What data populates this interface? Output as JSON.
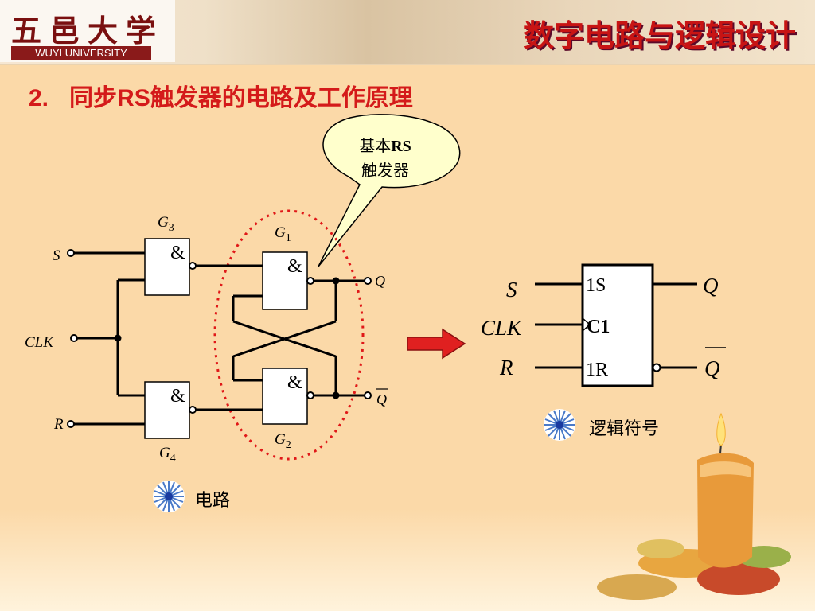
{
  "header": {
    "logo_cn": "五邑大学",
    "logo_en": "WUYI UNIVERSITY",
    "course_title": "数字电路与逻辑设计"
  },
  "slide": {
    "section_number": "2.",
    "title": "同步RS触发器的电路及工作原理"
  },
  "callout": {
    "line1_prefix": "基本",
    "line1_bold": "RS",
    "line2": "触发器"
  },
  "circuit": {
    "gate_symbol": "&",
    "gates": {
      "g3": {
        "G": "G",
        "sub": "3"
      },
      "g1": {
        "G": "G",
        "sub": "1"
      },
      "g2": {
        "G": "G",
        "sub": "2"
      },
      "g4": {
        "G": "G",
        "sub": "4"
      }
    },
    "inputs": {
      "s": "S",
      "clk": "CLK",
      "r": "R"
    },
    "outputs": {
      "q": "Q",
      "qbar": "Q"
    },
    "caption": "电路"
  },
  "logic_symbol": {
    "inputs": {
      "s": "S",
      "clk": "CLK",
      "r": "R"
    },
    "pins": {
      "s1": "1S",
      "c1": "C1",
      "r1": "1R"
    },
    "outputs": {
      "q": "Q",
      "qbar": "Q"
    },
    "caption": "逻辑符号"
  },
  "colors": {
    "background": "#fbd9a8",
    "title_red": "#d41a1a",
    "arrow_red": "#e02020",
    "dotted_ellipse": "#e01818",
    "callout_fill": "#ffffcc"
  },
  "icons": {
    "bullet": "blue-starburst-icon",
    "decoration": "candle-with-leaves"
  }
}
